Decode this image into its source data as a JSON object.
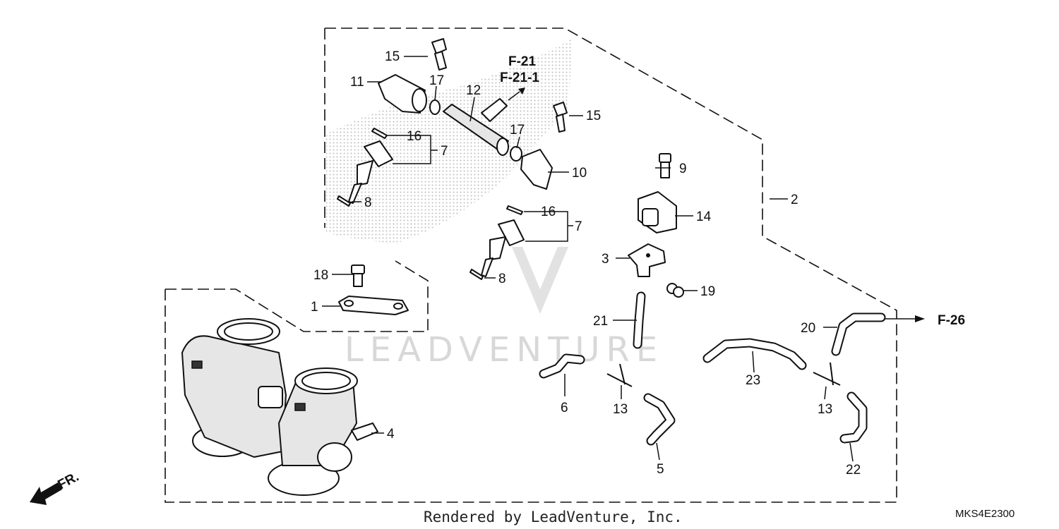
{
  "callouts": {
    "c1": "1",
    "c2": "2",
    "c3": "3",
    "c4": "4",
    "c5": "5",
    "c6": "6",
    "c7a": "7",
    "c7b": "7",
    "c8a": "8",
    "c8b": "8",
    "c9": "9",
    "c10": "10",
    "c11": "11",
    "c12": "12",
    "c13a": "13",
    "c13b": "13",
    "c14": "14",
    "c15a": "15",
    "c15b": "15",
    "c16a": "16",
    "c16b": "16",
    "c17a": "17",
    "c17b": "17",
    "c18": "18",
    "c19": "19",
    "c20": "20",
    "c21": "21",
    "c22": "22",
    "c23": "23"
  },
  "references": {
    "ref1": "F-21",
    "ref2": "F-21-1",
    "ref3": "F-26"
  },
  "direction_label": "FR.",
  "watermark": "LEADVENTURE",
  "footer": {
    "rendered_by": "Rendered by LeadVenture, Inc.",
    "diagram_code": "MKS4E2300"
  },
  "colors": {
    "line": "#111111",
    "watermark": "#d8d8d8",
    "shading": "#bdbdbd"
  }
}
